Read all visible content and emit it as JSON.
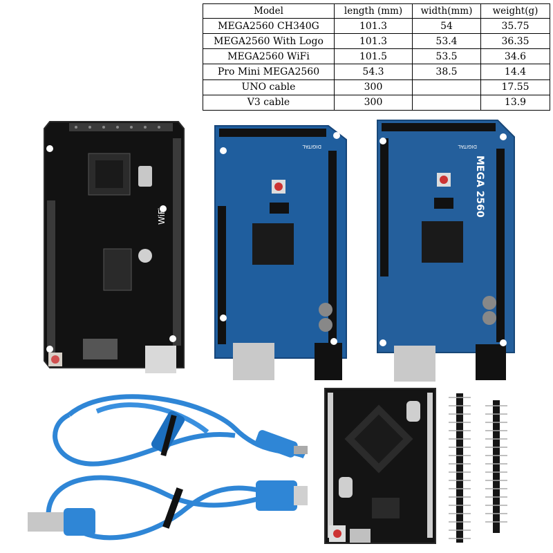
{
  "table": {
    "headers": [
      "Model",
      "length (mm)",
      "width(mm)",
      "weight(g)"
    ],
    "rows": [
      [
        "MEGA2560 CH340G",
        "101.3",
        "54",
        "35.75"
      ],
      [
        "MEGA2560 With Logo",
        "101.3",
        "53.4",
        "36.35"
      ],
      [
        "MEGA2560 WiFi",
        "101.5",
        "53.5",
        "34.6"
      ],
      [
        "Pro Mini MEGA2560",
        "54.3",
        "38.5",
        "14.4"
      ],
      [
        "UNO cable",
        "300",
        "",
        "17.55"
      ],
      [
        "V3 cable",
        "300",
        "",
        "13.9"
      ]
    ]
  },
  "board_labels": {
    "mega_logo": "MEGA 2560",
    "digital": "DIGITAL",
    "wifi": "WiFi"
  },
  "colors": {
    "wifi_board": "#111111",
    "blue_board": "#1f5e9e",
    "cable": "#2f86d6",
    "pin_header": "#151515"
  }
}
